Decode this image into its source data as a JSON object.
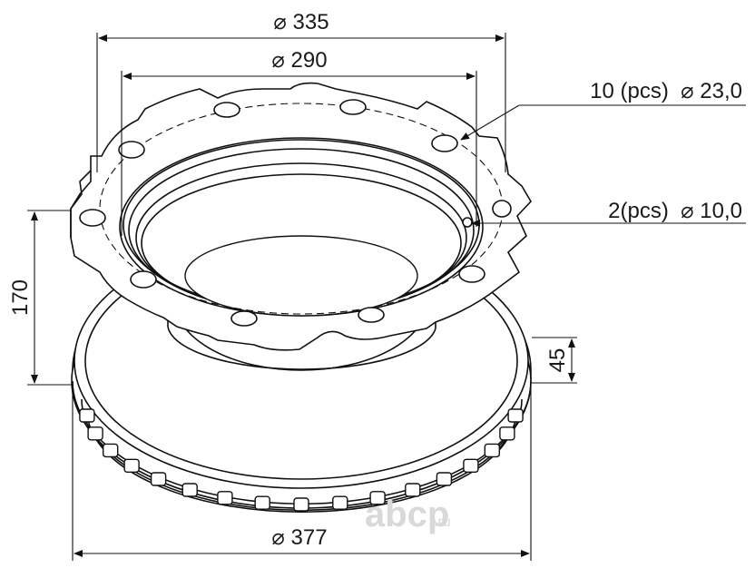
{
  "drawing": {
    "dim_outer_flange": "⌀ 335",
    "dim_inner_flange": "⌀ 290",
    "dim_disc": "⌀ 377",
    "dim_height": "170",
    "dim_thickness": "45",
    "note_holes_large": "10 (pcs)  ⌀ 23,0",
    "note_holes_small": "2(pcs)  ⌀ 10,0"
  },
  "watermark": {
    "brand": "abcp",
    "suffix": ".ru",
    "brand_color": "#d9d9d9"
  }
}
